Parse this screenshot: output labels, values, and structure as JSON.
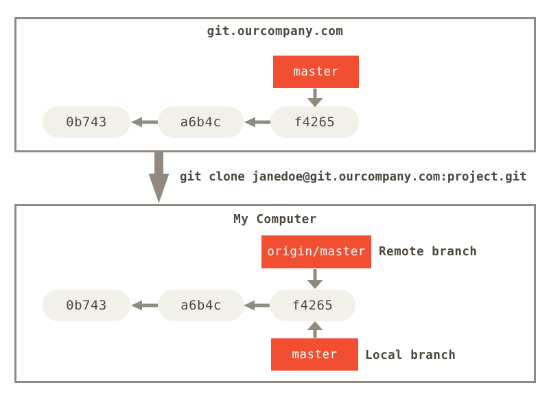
{
  "theme": {
    "canvas_bg": "#ffffff",
    "accent_red": "#F14E32",
    "pill_bg": "#F2F1E9",
    "pill_text": "#4D4840",
    "line_color": "#8F8A82",
    "label_color": "#4C463E"
  },
  "remote": {
    "title": "git.ourcompany.com",
    "branch_label": "master",
    "commits": [
      {
        "id": "0b743"
      },
      {
        "id": "a6b4c"
      },
      {
        "id": "f4265"
      }
    ]
  },
  "clone": {
    "command": "git clone janedoe@git.ourcompany.com:project.git"
  },
  "local": {
    "title": "My Computer",
    "remote_branch": {
      "label": "origin/master",
      "annotation": "Remote branch"
    },
    "local_branch": {
      "label": "master",
      "annotation": "Local branch"
    },
    "commits": [
      {
        "id": "0b743"
      },
      {
        "id": "a6b4c"
      },
      {
        "id": "f4265"
      }
    ]
  }
}
